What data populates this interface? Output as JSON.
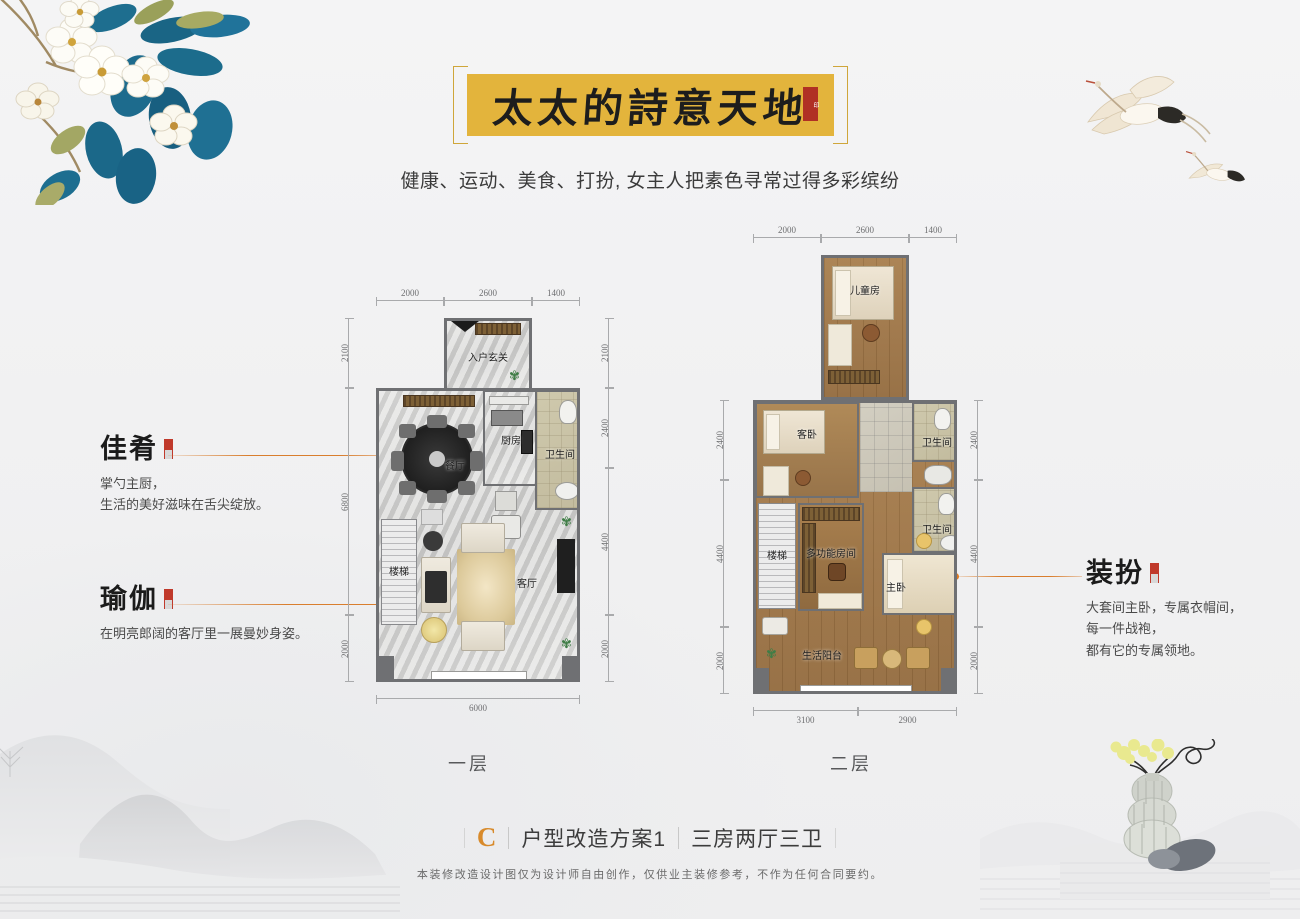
{
  "header": {
    "banner_title": "太太的詩意天地",
    "banner_seal": "印",
    "subtitle": "健康、运动、美食、打扮, 女主人把素色寻常过得多彩缤纷"
  },
  "annotations": [
    {
      "id": "jiayao",
      "title": "佳肴",
      "body": "掌勺主厨，\n生活的美好滋味在舌尖绽放。"
    },
    {
      "id": "yujia",
      "title": "瑜伽",
      "body": "在明亮郎阔的客厅里一展曼妙身姿。"
    },
    {
      "id": "zhuangban",
      "title": "装扮",
      "body": "大套间主卧，专属衣帽间，\n每一件战袍，\n都有它的专属领地。"
    }
  ],
  "floor1": {
    "tag": "一层",
    "rooms": {
      "entry": "入户玄关",
      "kitchen": "厨房",
      "dining": "餐厅",
      "bath": "卫生间",
      "living": "客厅",
      "stairs": "楼梯"
    },
    "dims": {
      "top": [
        "2000",
        "2600",
        "1400"
      ],
      "left": [
        "2100",
        "6800",
        "2000"
      ],
      "right": [
        "2100",
        "2400",
        "4400",
        "2000"
      ],
      "bottom": [
        "6000"
      ]
    }
  },
  "floor2": {
    "tag": "二层",
    "rooms": {
      "kids": "儿童房",
      "guest": "客卧",
      "bath_upper": "卫生间",
      "bath_lower": "卫生间",
      "multi": "多功能房间",
      "master": "主卧",
      "balcony": "生活阳台",
      "stairs": "楼梯"
    },
    "dims": {
      "top": [
        "2000",
        "2600",
        "1400"
      ],
      "left": [
        "2400",
        "4400",
        "2000"
      ],
      "right": [
        "2400",
        "4400",
        "2000"
      ],
      "bottom": [
        "3100",
        "2900"
      ]
    }
  },
  "caption": {
    "letter": "C",
    "plan_name": "户型改造方案1",
    "layout": "三房两厅三卫",
    "disclaimer": "本装修改造设计图仅为设计师自由创作，仅供业主装修参考，不作为任何合同要约。"
  },
  "colors": {
    "banner": "#e3b43c",
    "accent": "#d88a2b",
    "leader": "#d97e2e",
    "seal": "#c0392b",
    "wall": "#6f7073"
  }
}
